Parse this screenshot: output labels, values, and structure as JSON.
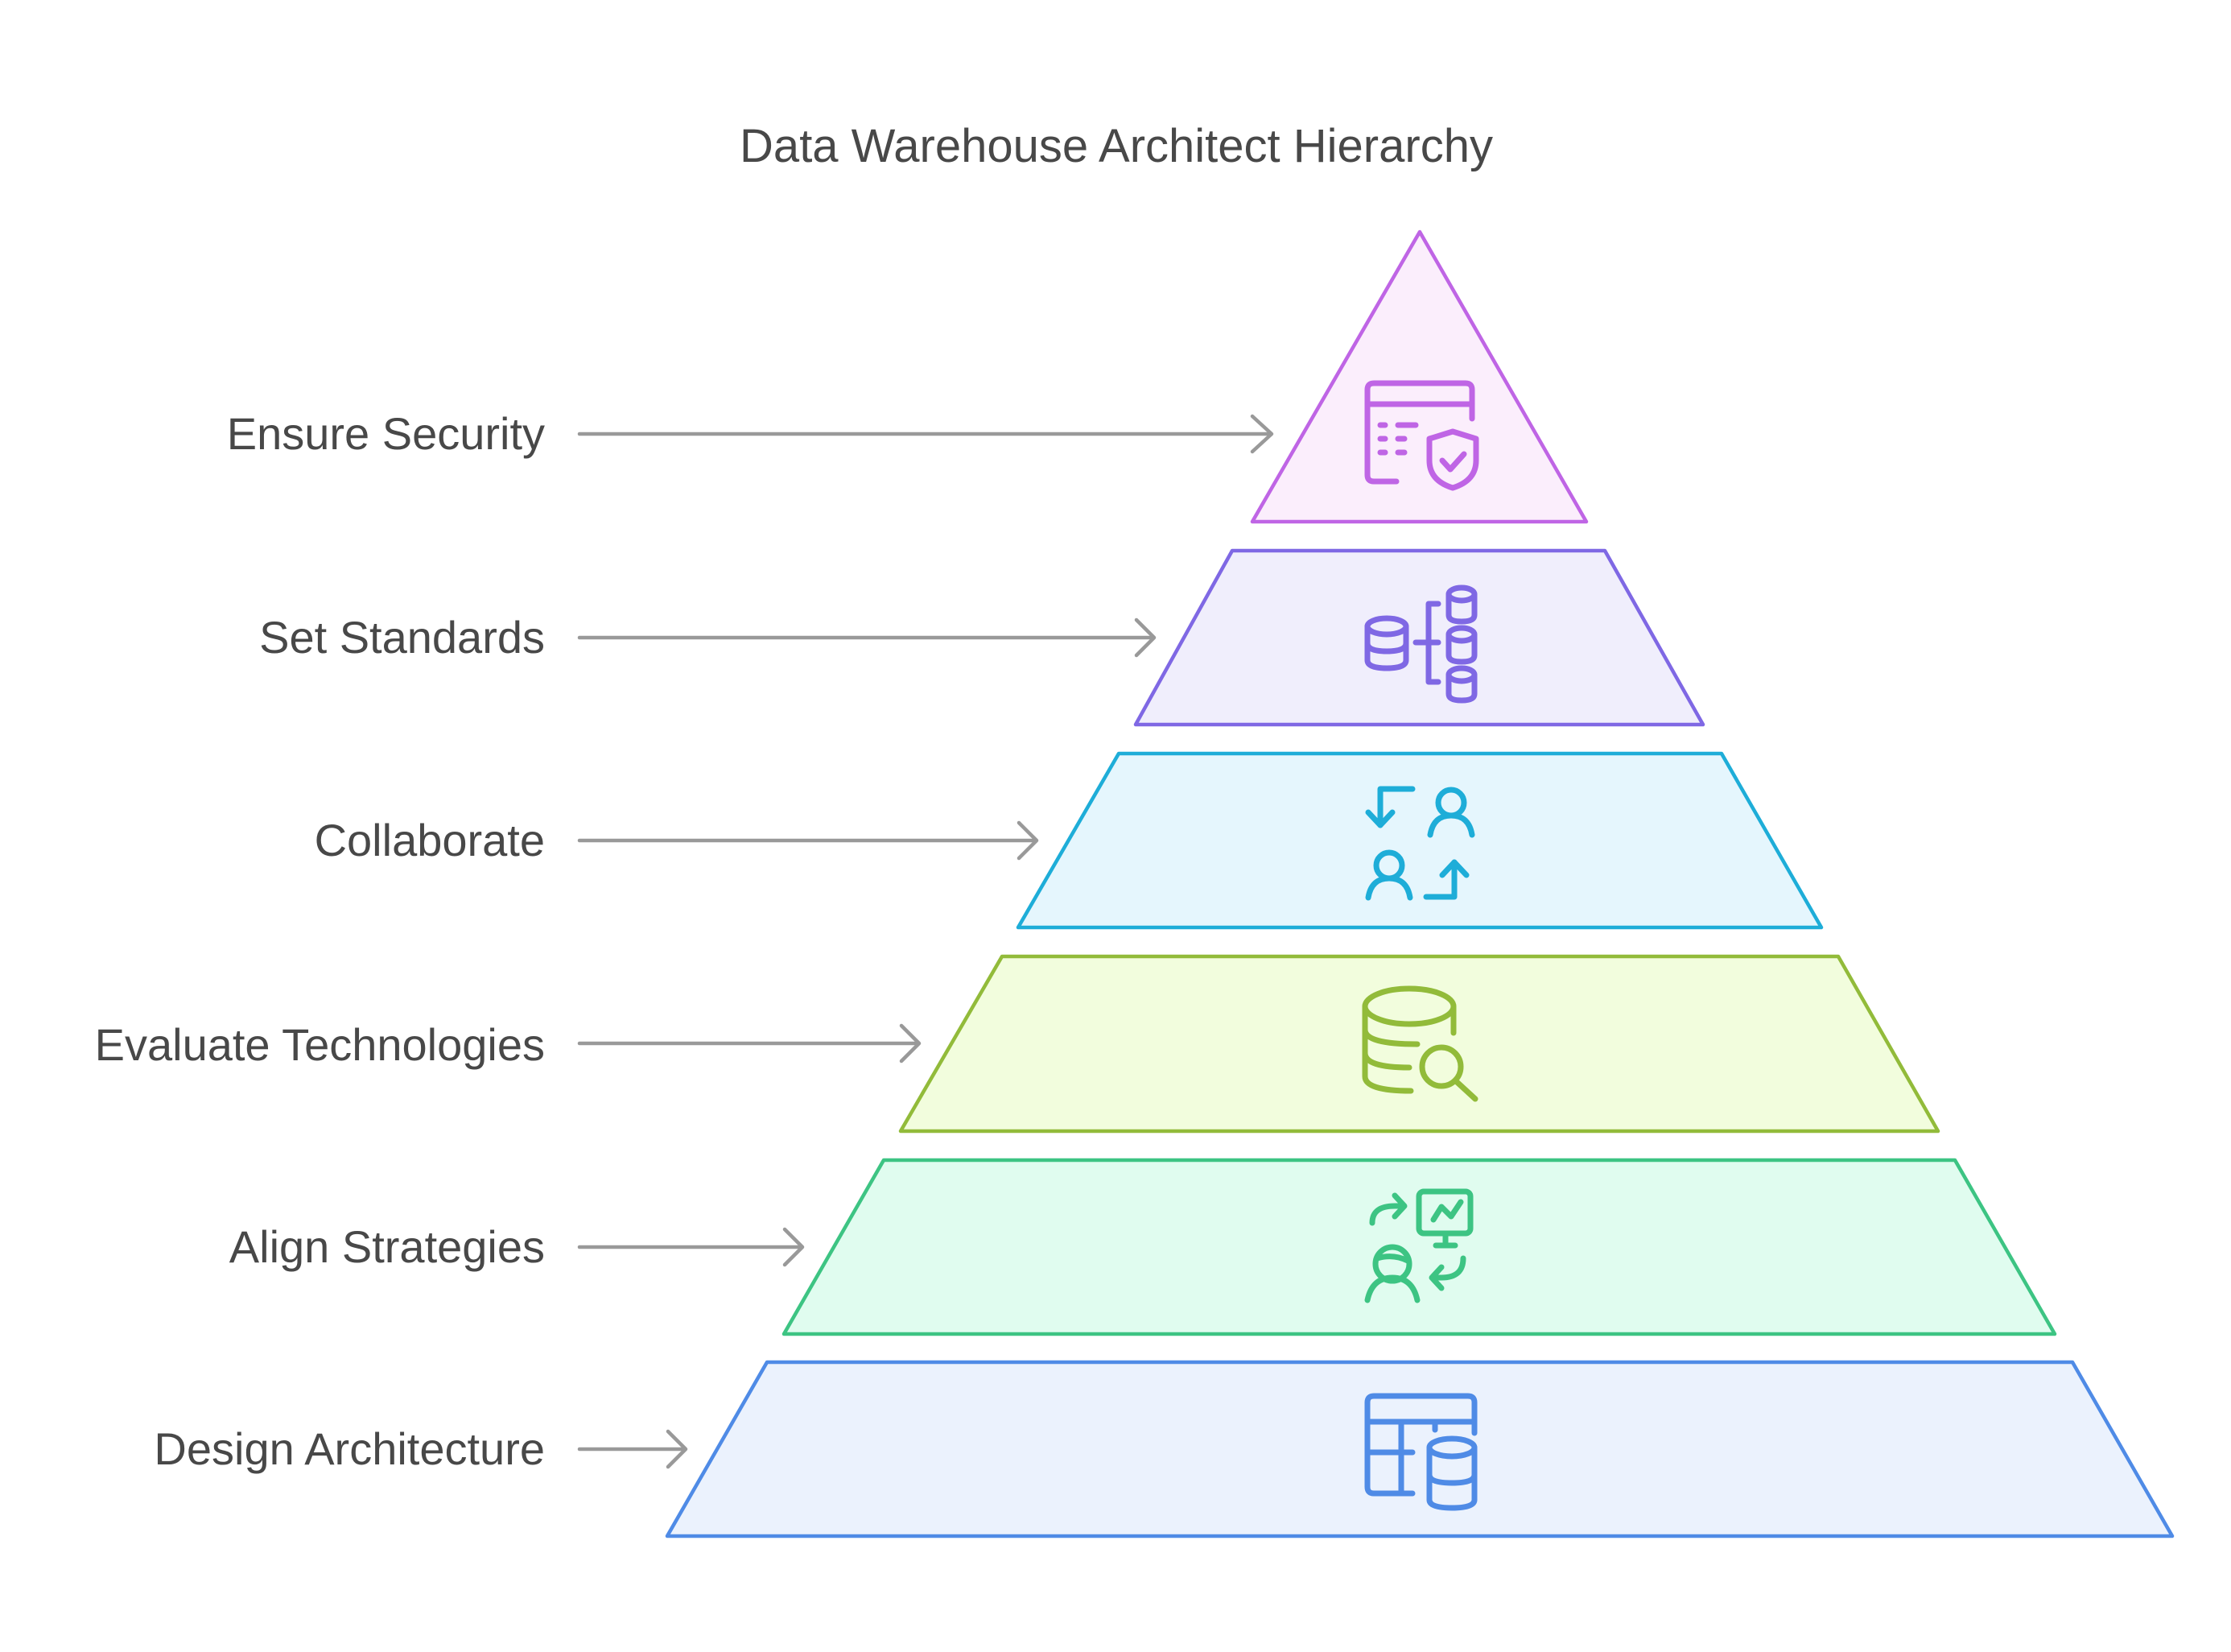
{
  "diagram": {
    "title": "Data Warehouse Architect Hierarchy",
    "type": "pyramid",
    "tiers": [
      {
        "label": "Ensure Security",
        "icon": "security-shield-dashboard-icon",
        "stroke": "#BF65E5",
        "fill": "#FBEEFC"
      },
      {
        "label": "Set Standards",
        "icon": "database-hierarchy-icon",
        "stroke": "#7F68E4",
        "fill": "#F0EEFC"
      },
      {
        "label": "Collaborate",
        "icon": "people-exchange-icon",
        "stroke": "#1EADD8",
        "fill": "#E5F6FD"
      },
      {
        "label": "Evaluate Technologies",
        "icon": "database-search-icon",
        "stroke": "#92BB3A",
        "fill": "#F2FDDD"
      },
      {
        "label": "Align Strategies",
        "icon": "person-presentation-icon",
        "stroke": "#3DC483",
        "fill": "#E0FCEF"
      },
      {
        "label": "Design Architecture",
        "icon": "table-database-icon",
        "stroke": "#4F8BE6",
        "fill": "#EBF2FD"
      }
    ],
    "label_color": "#484848",
    "arrow_color": "#999999"
  }
}
